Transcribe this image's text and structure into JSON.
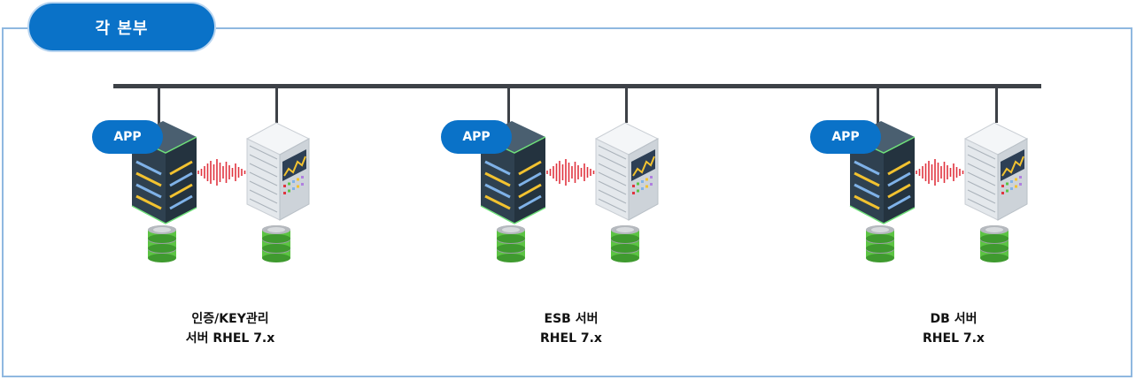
{
  "header": {
    "title": "각 본부"
  },
  "groups": [
    {
      "app_label": "APP",
      "caption_line1": "인증/KEY관리",
      "caption_line2": "서버 RHEL 7.x"
    },
    {
      "app_label": "APP",
      "caption_line1": "ESB 서버",
      "caption_line2": "RHEL 7.x"
    },
    {
      "app_label": "APP",
      "caption_line1": "DB 서버",
      "caption_line2": "RHEL 7.x"
    }
  ],
  "colors": {
    "accent": "#0a72c8",
    "frame": "#8fb8e0",
    "bus": "#3d4147",
    "wave": "#e0343f",
    "disk_green": "#5cc443"
  }
}
